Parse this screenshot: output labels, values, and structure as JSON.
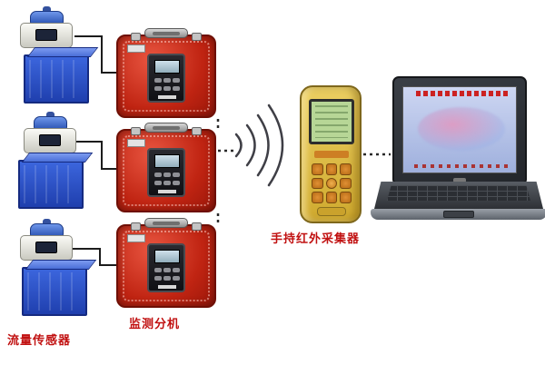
{
  "labels": {
    "flow_sensor": "流量传感器",
    "monitor_unit": "监测分机",
    "handheld_collector": "手持红外采集器"
  },
  "colors": {
    "label_red": "#c11111",
    "monitor_box_red": "#c02412",
    "tank_blue": "#2a54c0",
    "handheld_yellow": "#e0bf4a",
    "lcd_green": "#b7d696",
    "laptop_body_dark": "#2e3136",
    "laptop_screen_blue": "#bcc8ea"
  },
  "icons": {
    "wireless_signal": "wifi-arcs-icon",
    "dotted_connector": "dashed-link-icon"
  }
}
